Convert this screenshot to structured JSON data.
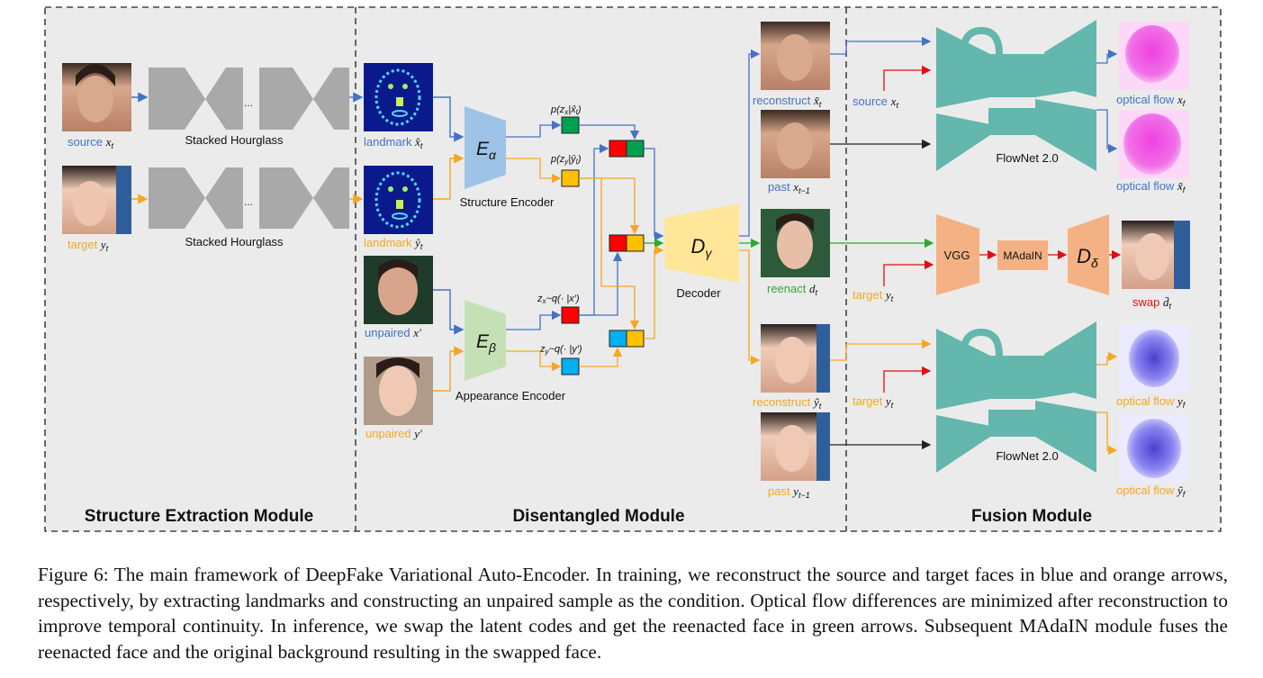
{
  "modules": {
    "structure": "Structure Extraction Module",
    "disentangled": "Disentangled Module",
    "fusion": "Fusion Module"
  },
  "labels": {
    "source": "source",
    "target": "target",
    "stacked_hourglass": "Stacked Hourglass",
    "ellipsis": "...",
    "landmark": "landmark",
    "unpaired": "unpaired",
    "structure_encoder": "Structure Encoder",
    "appearance_encoder": "Appearance Encoder",
    "decoder": "Decoder",
    "reconstruct": "reconstruct",
    "past": "past",
    "reenact": "reenact",
    "swap": "swap",
    "optical_flow": "optical flow",
    "flownet": "FlowNet 2.0",
    "vgg": "VGG",
    "madain": "MAdaIN"
  },
  "math": {
    "x_t": "x",
    "y_t": "y",
    "sub_t": "t",
    "sub_t1": "t−1",
    "sub_f": "f",
    "E_alpha": "E",
    "alpha": "α",
    "E_beta": "E",
    "beta": "β",
    "D_gamma": "D",
    "gamma": "γ",
    "D_delta": "D",
    "delta": "δ",
    "p_zx": "p(z",
    "p_zx_rest": "|x̂",
    "p_zy_rest": "|ŷ",
    "q_zx": "z",
    "q_zx_rest": "~q(· |x′)",
    "q_zy_rest": "~q(· |y′)",
    "close": ")"
  },
  "colors": {
    "blue": "#4472c4",
    "orange": "#f5a623",
    "green": "#2eaa2e",
    "red": "#e01010",
    "teal": "#63b7ad",
    "peach": "#f4b183",
    "encoder_blue": "#9dc3e6",
    "encoder_green": "#c5e0b4",
    "decoder_yellow": "#ffe699",
    "code_red": "#ff0000",
    "code_green": "#00a050",
    "code_orange": "#ffc000",
    "code_cyan": "#00b0f0"
  },
  "caption": "Figure 6: The main framework of DeepFake Variational Auto-Encoder. In training, we reconstruct the source and target faces in blue and orange arrows, respectively, by extracting landmarks and constructing an unpaired sample as the condition. Optical flow differences are minimized after reconstruction to improve temporal continuity. In inference, we swap the latent codes and get the reenacted face in green arrows. Subsequent MAdaIN module fuses the reenacted face and the original background resulting in the swapped face."
}
